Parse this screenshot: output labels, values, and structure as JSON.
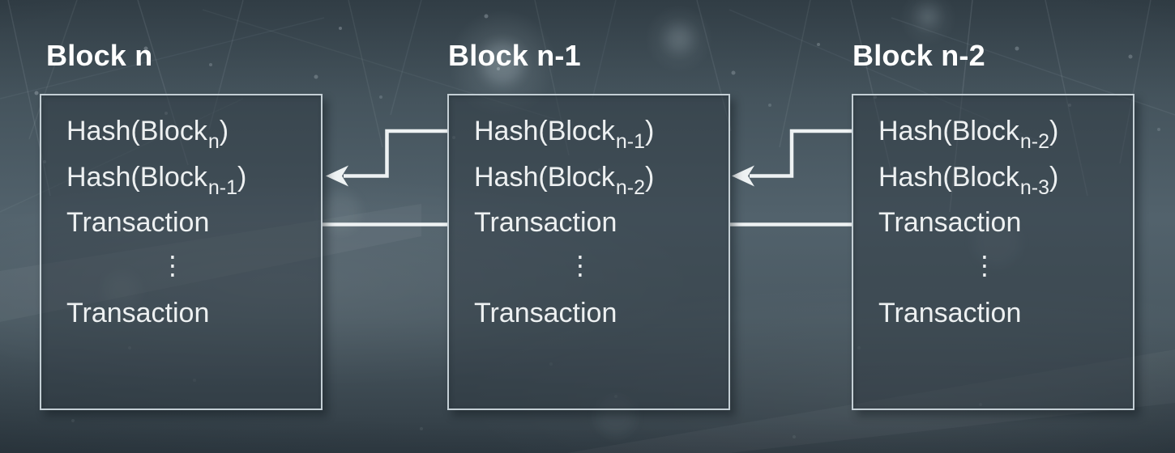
{
  "palette": {
    "background_mid": "#52626c",
    "background_dark": "#313d45",
    "box_fill": "#46555e",
    "box_border": "#c4cfd5",
    "body_text": "#edf0f1",
    "title_text": "#ffffff",
    "connector": "#eef2f3"
  },
  "blocks": [
    {
      "title": "Block n",
      "rows": {
        "hash_self": {
          "pre": "Hash(Block",
          "sub": "n",
          "post": ")"
        },
        "hash_prev": {
          "pre": "Hash(Block",
          "sub": "n-1",
          "post": ")"
        },
        "transaction_first": "Transaction",
        "ellipsis": "⋮",
        "transaction_last": "Transaction"
      }
    },
    {
      "title": "Block n-1",
      "rows": {
        "hash_self": {
          "pre": "Hash(Block",
          "sub": "n-1",
          "post": ")"
        },
        "hash_prev": {
          "pre": "Hash(Block",
          "sub": "n-2",
          "post": ")"
        },
        "transaction_first": "Transaction",
        "ellipsis": "⋮",
        "transaction_last": "Transaction"
      }
    },
    {
      "title": "Block n-2",
      "rows": {
        "hash_self": {
          "pre": "Hash(Block",
          "sub": "n-2",
          "post": ")"
        },
        "hash_prev": {
          "pre": "Hash(Block",
          "sub": "n-3",
          "post": ")"
        },
        "transaction_first": "Transaction",
        "ellipsis": "⋮",
        "transaction_last": "Transaction"
      }
    }
  ]
}
